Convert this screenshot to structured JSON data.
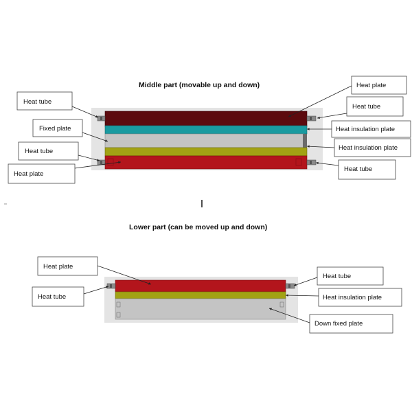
{
  "middle_part": {
    "title": "Middle part (movable up and down)",
    "labels": {
      "heat_tube_top_left": "Heat tube",
      "fixed_plate": "Fixed plate",
      "heat_tube_mid_left": "Heat tube",
      "heat_plate_left": "Heat plate",
      "heat_plate_top_right": "Heat plate",
      "heat_tube_top_right": "Heat tube",
      "heat_insulation_plate_upper": "Heat insulation plate",
      "heat_insulation_plate_lower": "Heat insulation plate",
      "heat_tube_bottom_right": "Heat tube"
    }
  },
  "lower_part": {
    "title": "Lower part (can be moved up and down)",
    "labels": {
      "heat_plate": "Heat plate",
      "heat_tube_left": "Heat tube",
      "heat_tube_right": "Heat tube",
      "heat_insulation_plate": "Heat insulation plate",
      "down_fixed_plate": "Down fixed plate"
    }
  },
  "colors": {
    "heat_plate_dark": "#5c0a0e",
    "heat_plate_red": "#b3151c",
    "insulation_teal": "#1a9aa0",
    "insulation_olive": "#a2a214",
    "fixed_plate_gray": "#c4c4c4",
    "background_panel": "#e4e4e4"
  }
}
